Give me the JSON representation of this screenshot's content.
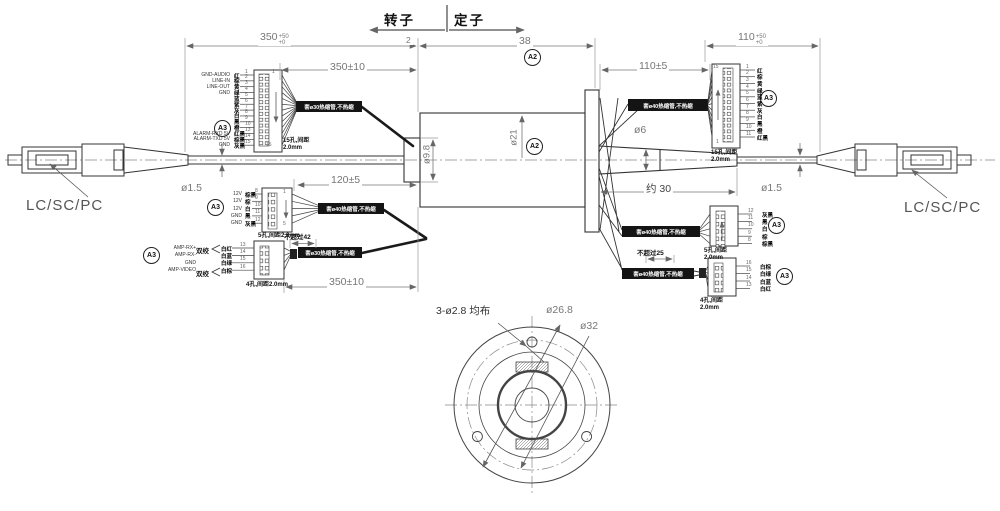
{
  "title_header": {
    "rotor": "转子",
    "stator": "定子"
  },
  "fiber": {
    "left_label": "LC/SC/PC",
    "right_label": "LC/SC/PC"
  },
  "balloons": {
    "body": "A2",
    "wire": "A3"
  },
  "dimensions": {
    "left_overall": {
      "value": "350",
      "tol_top": "+50",
      "tol_bot": "+0"
    },
    "left_cable": "350±10",
    "gap": "2",
    "body_len": "38",
    "right_overall": {
      "value": "110",
      "tol_top": "+50",
      "tol_bot": "+0"
    },
    "right_cable": "110±5",
    "mid_cable": "120±5",
    "bottom_cable": "350±10",
    "shaft_dia": "ø9.8",
    "body_dia": "ø21",
    "boot_dia": "ø6",
    "boot_len": "约 30",
    "fiber_dia_left": "ø1.5",
    "fiber_dia_right": "ø1.5"
  },
  "notes": {
    "max42": "不超过42",
    "max25": "不超过25",
    "twisted": "双绞"
  },
  "heat_shrink": {
    "left_top": "套ø30热缩管,不热缩",
    "mid_left": "套ø40热缩管,不热缩",
    "left_bottom": "套ø30热缩管,不热缩",
    "right_top": "套ø40热缩管,不热缩",
    "right_mid": "套ø40热缩管,不热缩",
    "right_bottom": "套ø40热缩管,不热缩"
  },
  "connectors": {
    "left15": {
      "note1": "15孔,间距",
      "note2": "2.0mm",
      "pin_top": "1",
      "pin_bot": "15",
      "rows": [
        {
          "signal": "GND-AUDIO",
          "color": "红",
          "pin": "1"
        },
        {
          "signal": "LINE-IN",
          "color": "棕",
          "pin": "2"
        },
        {
          "signal": "LINE-OUT",
          "color": "黄",
          "pin": "3"
        },
        {
          "signal": "GND",
          "color": "绿",
          "pin": "4"
        },
        {
          "signal": "",
          "color": "蓝",
          "pin": "5"
        },
        {
          "signal": "",
          "color": "紫",
          "pin": "6"
        },
        {
          "signal": "",
          "color": "灰",
          "pin": "7"
        },
        {
          "signal": "",
          "color": "白",
          "pin": "8"
        },
        {
          "signal": "",
          "color": "黑",
          "pin": "9"
        },
        {
          "signal": "",
          "color": "橙",
          "pin": "10"
        },
        {
          "signal": "ALARM-RXD 5V",
          "color": "红黑",
          "pin": "13"
        },
        {
          "signal": "ALARM-TXD 5V",
          "color": "棕黑",
          "pin": "14"
        },
        {
          "signal": "GND",
          "color": "灰黑",
          "pin": "15"
        }
      ]
    },
    "right15": {
      "note1": "15孔,间距",
      "note2": "2.0mm",
      "pin_top": "15",
      "pin_bot": "1",
      "rows": [
        {
          "color": "红",
          "pin": "1"
        },
        {
          "color": "棕",
          "pin": "2"
        },
        {
          "color": "黄",
          "pin": "3"
        },
        {
          "color": "绿",
          "pin": "4"
        },
        {
          "color": "蓝",
          "pin": "5"
        },
        {
          "color": "紫",
          "pin": "6"
        },
        {
          "color": "灰",
          "pin": "7"
        },
        {
          "color": "白",
          "pin": "8"
        },
        {
          "color": "黑",
          "pin": "9"
        },
        {
          "color": "橙",
          "pin": "10"
        },
        {
          "color": "红黑",
          "pin": "11"
        }
      ]
    },
    "mid5": {
      "note": "5孔,间距2.0mm",
      "pin_top": "1",
      "pin_bot": "5",
      "rows": [
        {
          "signal": "12V",
          "color": "棕黑",
          "pin": "8"
        },
        {
          "signal": "12V",
          "color": "棕",
          "pin": "9"
        },
        {
          "signal": "12V",
          "color": "白",
          "pin": "10"
        },
        {
          "signal": "GND",
          "color": "黑",
          "pin": "11"
        },
        {
          "signal": "GND",
          "color": "灰黑",
          "pin": "12"
        }
      ]
    },
    "left4": {
      "note": "4孔,间距2.0mm",
      "rows": [
        {
          "signal": "AMP-RX+",
          "color": "白红",
          "pin": "13"
        },
        {
          "signal": "AMP-RX-",
          "color": "白蓝",
          "pin": "14"
        },
        {
          "signal": "GND",
          "color": "白绿",
          "pin": "15"
        },
        {
          "signal": "AMP-VIDEO",
          "color": "白棕",
          "pin": "16"
        }
      ]
    },
    "right5": {
      "note1": "5孔,间距",
      "note2": "2.0mm",
      "rows": [
        {
          "pin": "12",
          "color": "灰黑"
        },
        {
          "pin": "11",
          "color": "黑"
        },
        {
          "pin": "10",
          "color": "白"
        },
        {
          "pin": "9",
          "color": "棕"
        },
        {
          "pin": "8",
          "color": "棕黑"
        }
      ]
    },
    "right4": {
      "note1": "4孔,间距",
      "note2": "2.0mm",
      "rows": [
        {
          "pin": "16",
          "color": "白棕"
        },
        {
          "pin": "15",
          "color": "白绿"
        },
        {
          "pin": "14",
          "color": "白蓝"
        },
        {
          "pin": "13",
          "color": "白红"
        }
      ]
    }
  },
  "bottom_view": {
    "holes": "3-ø2.8 均布",
    "bolt_circle": "ø26.8",
    "outer_dia": "ø32"
  }
}
